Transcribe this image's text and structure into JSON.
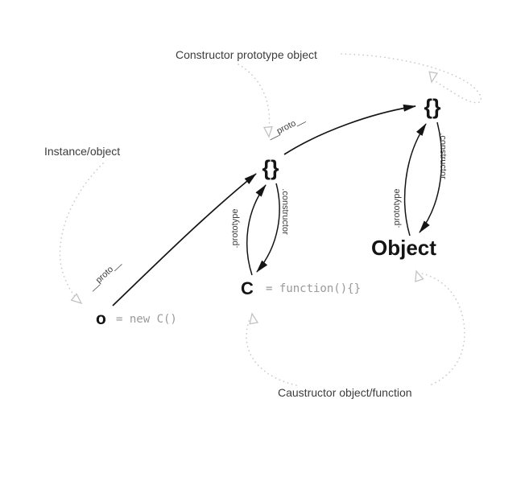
{
  "annotations": {
    "constructor_prototype_object": "Constructor prototype object",
    "instance_object": "Instance/object",
    "constructor_object_function": "Caustructor object/function"
  },
  "nodes": {
    "o_name": "o",
    "o_expr": "= new C()",
    "c_name": "C",
    "c_expr": "= function(){}",
    "object_name": "Object",
    "proto_middle": "{}",
    "proto_right": "{}"
  },
  "edge_labels": {
    "proto1": "__proto__",
    "proto2": "__proto__",
    "prototype_c": ".prototype",
    "constructor_c": ".constructor",
    "prototype_object": ".prototype",
    "constructor_object": ".constructor"
  },
  "colors": {
    "line": "#141414",
    "muted_code": "#9a9a9a",
    "annotation_dotted": "#c9c9c9"
  }
}
